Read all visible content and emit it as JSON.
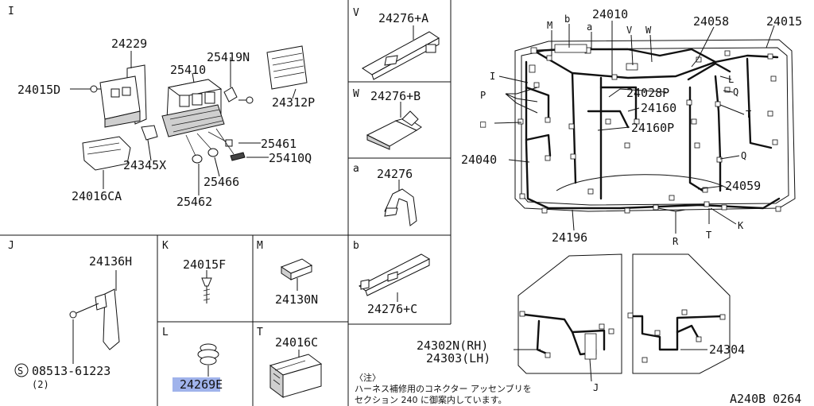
{
  "sections": {
    "I": "I",
    "V": "V",
    "a": "a",
    "b": "b",
    "J": "J",
    "K": "K",
    "M": "M",
    "L": "L",
    "T": "T",
    "W": "W"
  },
  "parts": {
    "p24229": "24229",
    "p25419N": "25419N",
    "p25410": "25410",
    "p24015D": "24015D",
    "p24312P": "24312P",
    "p25461": "25461",
    "p24345X": "24345X",
    "p25410Q": "25410Q",
    "p25466": "25466",
    "p24016CA": "24016CA",
    "p25462": "25462",
    "p24276A": "24276+A",
    "p24276B": "24276+B",
    "p24276": "24276",
    "p24276C": "24276+C",
    "p24136H": "24136H",
    "p08513": "08513-61223",
    "p08513_qty": "(2)",
    "p24015F": "24015F",
    "p24130N": "24130N",
    "p24269E": "24269E",
    "p24016C": "24016C",
    "p24010": "24010",
    "p24058": "24058",
    "p24015": "24015",
    "p24028P": "24028P",
    "p24160": "24160",
    "p24160P": "24160P",
    "p24040": "24040",
    "p24059": "24059",
    "p24196": "24196",
    "p24302N": "24302N(RH)",
    "p24303": "24303(LH)",
    "p24304": "24304"
  },
  "callouts": {
    "M": "M",
    "b": "b",
    "a": "a",
    "V": "V",
    "W": "W",
    "I": "I",
    "P": "P",
    "D": "□",
    "L": "L",
    "Q1": "Q",
    "T1": "T",
    "Q2": "Q",
    "K": "K",
    "T2": "T",
    "R": "R",
    "J": "J"
  },
  "note": {
    "title": "〈注〉",
    "line1": "ハーネス補修用のコネクター アッセンブリを",
    "line2": "セクション 240 に御案内しています。"
  },
  "figure_code": "A240B 0264",
  "highlight_color": "#8fa6e8"
}
